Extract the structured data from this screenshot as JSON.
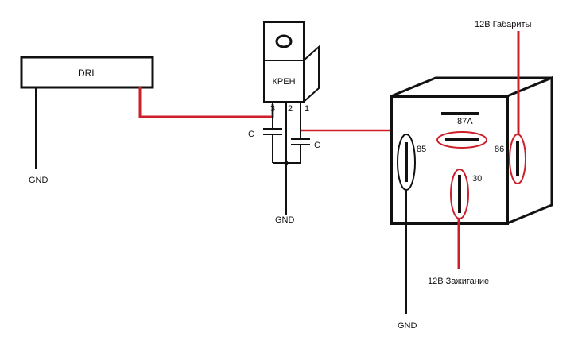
{
  "colors": {
    "wire_red": "#cc1f2a",
    "wire_black": "#111111",
    "background": "#ffffff"
  },
  "drl": {
    "label": "DRL"
  },
  "regulator": {
    "label": "КРЕН",
    "pins": [
      "3",
      "2",
      "1"
    ]
  },
  "capacitors": {
    "left_label": "C",
    "right_label": "C"
  },
  "relay": {
    "pins": {
      "p87a": "87A",
      "p85": "85",
      "p86": "86",
      "p30": "30"
    }
  },
  "labels": {
    "gnd_drl": "GND",
    "gnd_reg": "GND",
    "gnd_relay": "GND",
    "v12_gabarity": "12В Габариты",
    "v12_ignition": "12В Зажигание"
  }
}
